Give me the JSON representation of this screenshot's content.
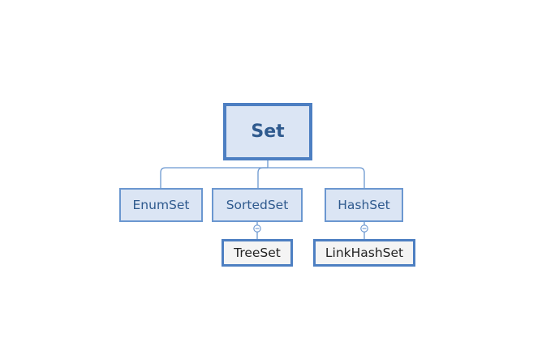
{
  "root": {
    "label": "Set"
  },
  "children": [
    {
      "label": "EnumSet"
    },
    {
      "label": "SortedSet"
    },
    {
      "label": "HashSet"
    }
  ],
  "grandchildren": [
    {
      "label": "TreeSet",
      "parent": "SortedSet"
    },
    {
      "label": "LinkHashSet",
      "parent": "HashSet"
    }
  ],
  "colors": {
    "root_fill": "#dbe5f4",
    "root_border": "#4d7fc2",
    "node_fill": "#dbe5f4",
    "node_border": "#6b97d0",
    "leaf_fill": "#f4f4f4",
    "leaf_border": "#4d7fc2",
    "connector": "#6b97d0",
    "label_text": "#2f5a8e",
    "leaf_text": "#222222"
  },
  "icons": {
    "collapse": "collapse-minus-icon"
  }
}
